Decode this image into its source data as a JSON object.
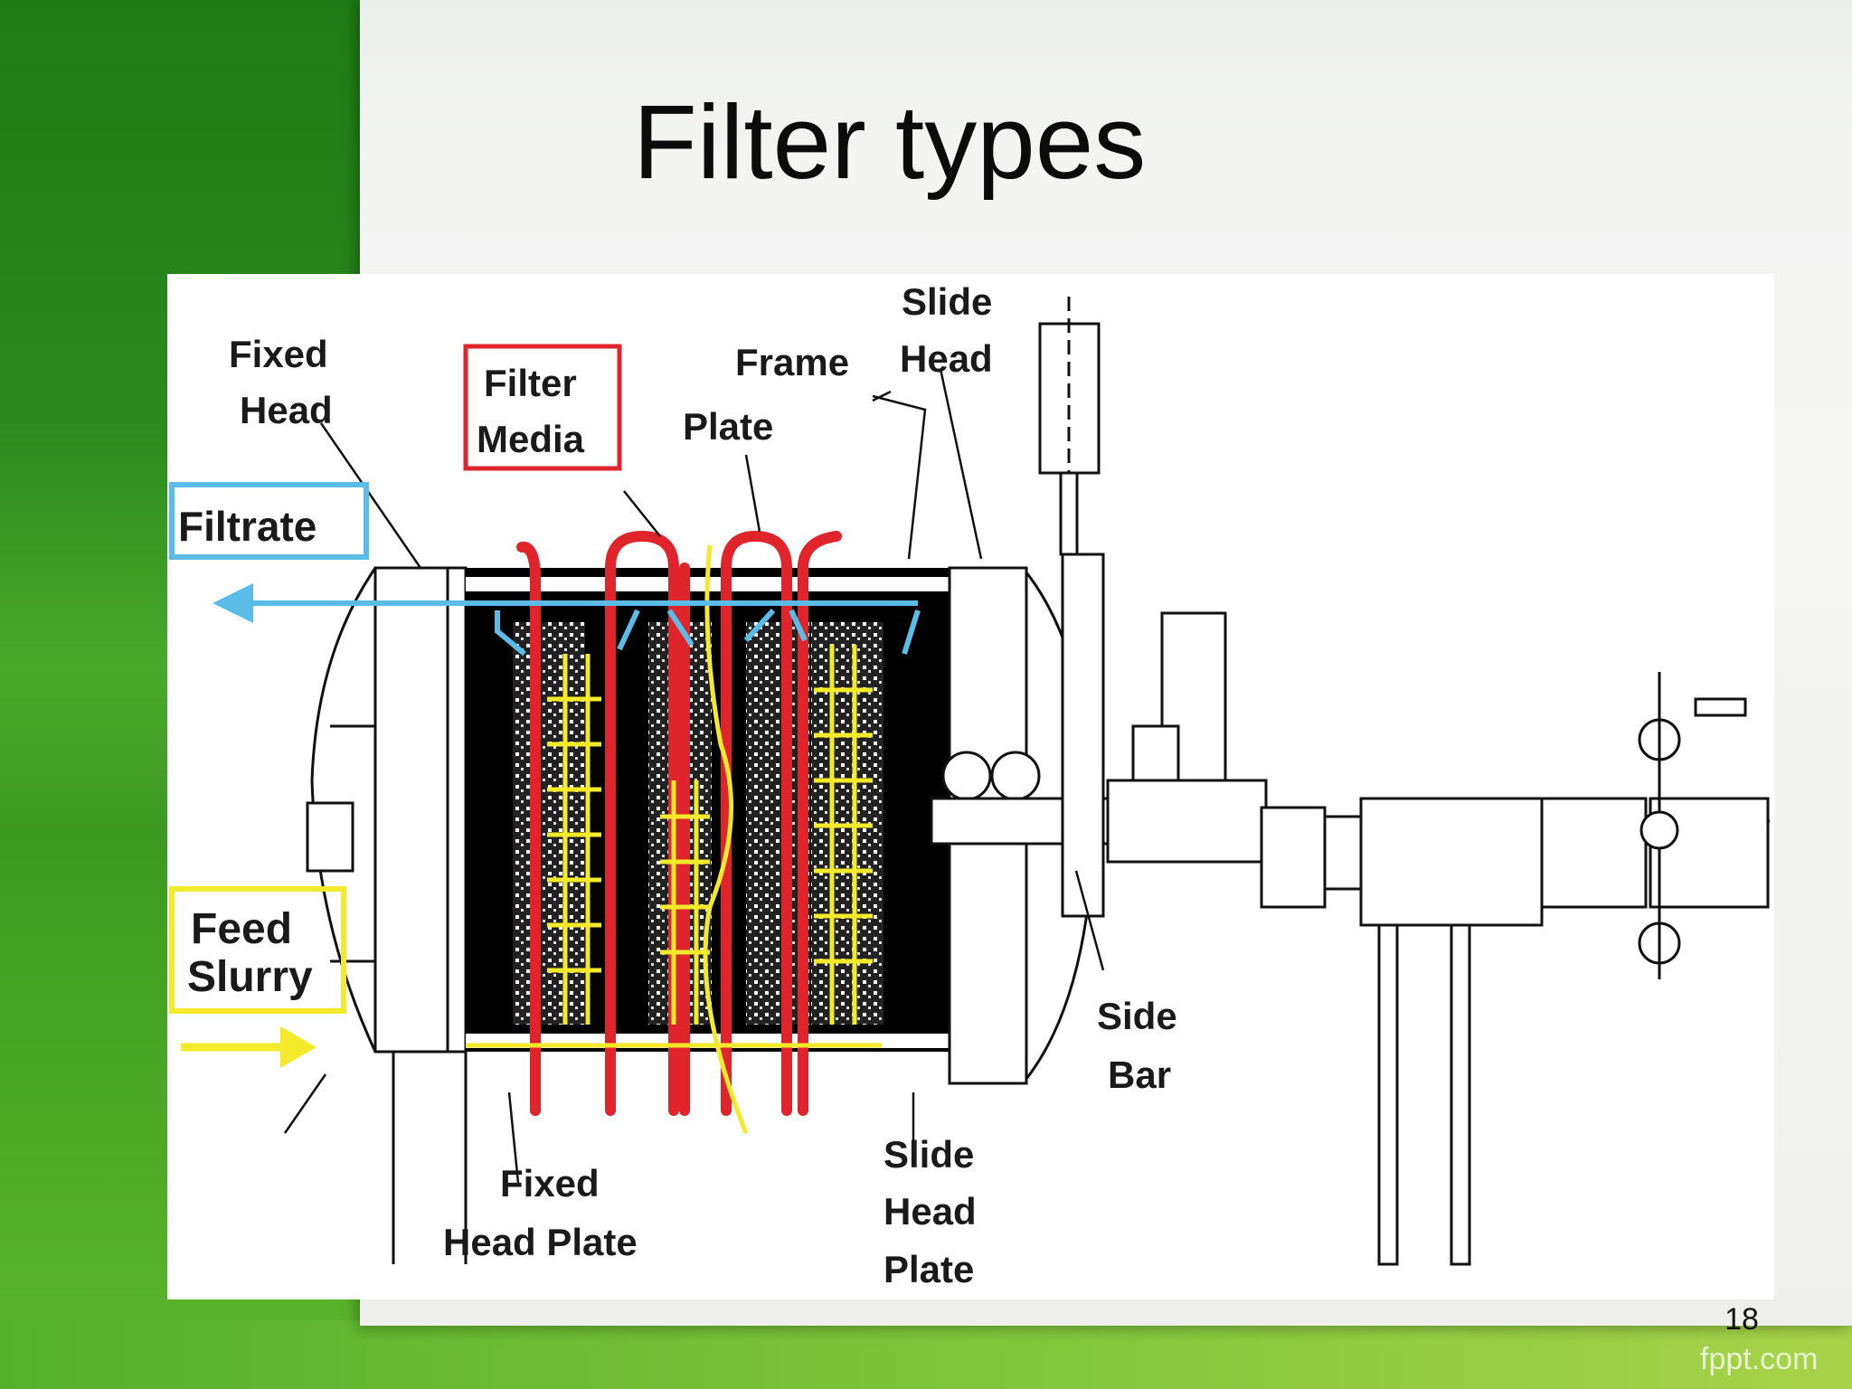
{
  "slide": {
    "title": "Filter types",
    "page_number": "18",
    "footer_brand": "fppt.com"
  },
  "diagram": {
    "labels": {
      "fixed_head": [
        "Fixed",
        "Head"
      ],
      "filter_media": [
        "Filter",
        "Media"
      ],
      "frame": "Frame",
      "plate": "Plate",
      "slide_head": [
        "Slide",
        "Head"
      ],
      "filtrate": "Filtrate",
      "feed_slurry": [
        "Feed",
        "Slurry"
      ],
      "fixed_head_plate": [
        "Fixed",
        "Head Plate"
      ],
      "slide_head_plate": [
        "Slide",
        "Head",
        "Plate"
      ],
      "side_bar": [
        "Side",
        "Bar"
      ]
    },
    "colors": {
      "filtrate": "#5bbce8",
      "filter_media": "#e0242b",
      "feed_slurry": "#f2ea2a",
      "plates": "#000000"
    }
  }
}
